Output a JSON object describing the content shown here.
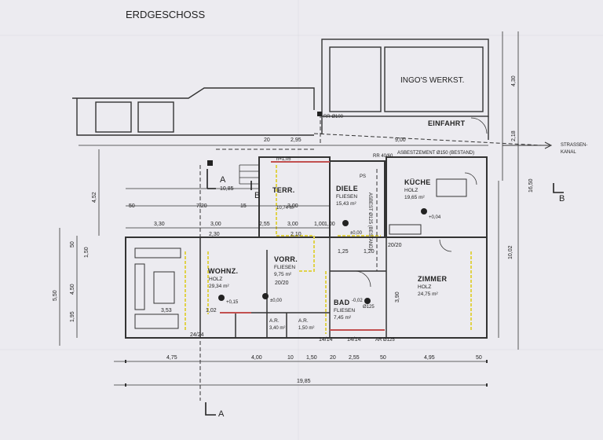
{
  "title": "ERDGESCHOSS",
  "rooms": {
    "workshop": "INGO'S WERKST.",
    "einfahrt": "EINFAHRT",
    "terr": "TERR.",
    "diele": "DIELE",
    "diele_mat": "FLIESEN",
    "diele_area": "15,43 m²",
    "kueche": "KÜCHE",
    "kueche_mat": "HOLZ",
    "kueche_area": "19,65 m²",
    "wohnz": "WOHNZ.",
    "wohnz_mat": "HOLZ",
    "wohnz_area": "29,34 m²",
    "vorr": "VORR.",
    "vorr_mat": "FLIESEN",
    "vorr_area": "9,75 m²",
    "zimmer": "ZIMMER",
    "zimmer_mat": "HOLZ",
    "zimmer_area": "24,75 m²",
    "bad": "BAD",
    "bad_mat": "FLIESEN",
    "bad_area": "7,45 m²",
    "ar1": "A.R.",
    "ar1_area": "3,40 m²",
    "ar2": "A.R.",
    "ar2_area": "1,50 m²",
    "terr_area": "10,74 m²"
  },
  "annotations": {
    "asbest": "ASBESTZEMENT Ø150 (BESTAND)",
    "strassenkanal_1": "STRASSEN-",
    "strassenkanal_2": "KANAL",
    "rr100": "RR Ø100",
    "rr4060": "RR 40/60",
    "asbest_v": "ASBEST Ø125 (BESTAND)",
    "ps": "PS",
    "h": "h=1,05",
    "ar125": "AR Ø125",
    "section_a_top": "A",
    "section_a_bottom": "A",
    "section_b_left": "B",
    "section_b_right": "B"
  },
  "levels": {
    "wohnz": "+0,15",
    "kueche": "+0,04",
    "diele": "±0,00",
    "vorr": "±0,00",
    "bad": "-0,02",
    "bad_pipe": "Ø125"
  },
  "dimensions": {
    "top_20": "20",
    "top_295": "2,95",
    "top_900": "9,00",
    "top_1085": "10,85",
    "top_720": "7,20",
    "top_330": "3,30",
    "top_300a": "3,00",
    "top_255": "2,55",
    "top_300b": "3,00",
    "top_300c": "3,00",
    "top_100a": "1,00",
    "top_100b": "1,00",
    "top_210": "2,10",
    "top_230": "2,30",
    "top_15": "15",
    "top_50": "50",
    "top_125": "1,25",
    "top_120": "1,20",
    "wall_2020a": "20/20",
    "wall_2020b": "20/20",
    "bottom_475": "4,75",
    "bottom_400": "4,00",
    "bottom_10": "10",
    "bottom_150": "1,50",
    "bottom_20": "20",
    "bottom_255": "2,55",
    "bottom_50a": "50",
    "bottom_495": "4,95",
    "bottom_50b": "50",
    "bottom_total": "19,85",
    "left_452": "4,52",
    "left_550": "5,50",
    "left_450": "4,50",
    "left_195": "1,95",
    "left_150": "1,50",
    "left_50": "50",
    "left_353": "3,53",
    "right_430": "4,30",
    "right_218": "2,18",
    "right_1650": "16,50",
    "right_1002": "10,02",
    "zimmer_390": "3,90",
    "wohnz_102": "1,02",
    "wall_2424": "24/24",
    "wall_1414a": "14/14",
    "wall_1414b": "14/14"
  }
}
